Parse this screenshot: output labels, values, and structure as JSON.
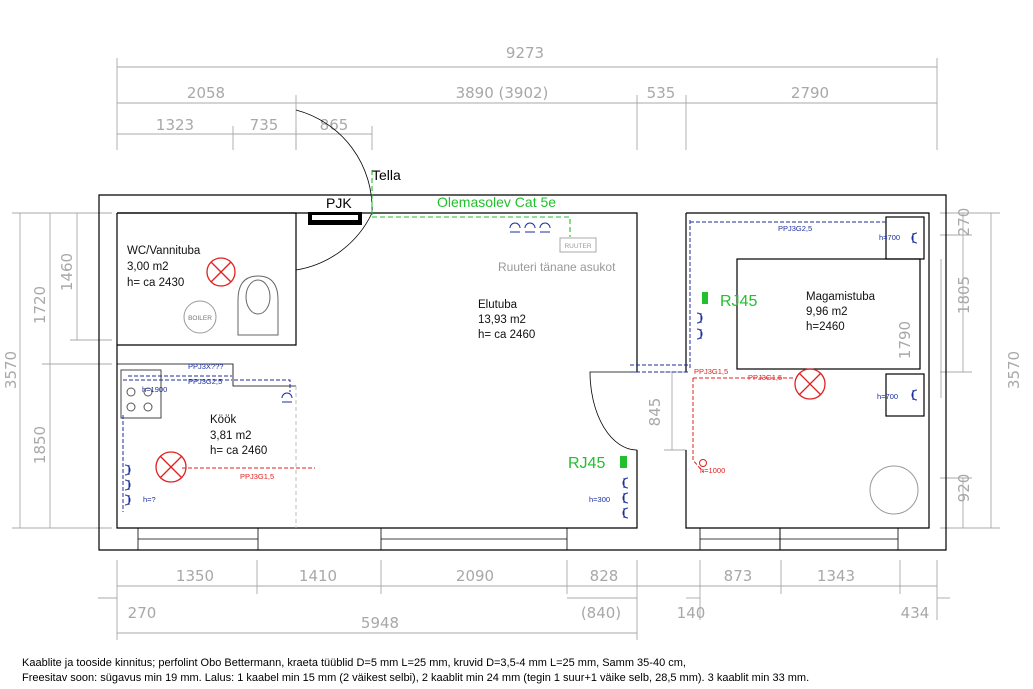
{
  "dimensions": {
    "top_total": "9273",
    "top_row2": [
      "2058",
      "3890 (3902)",
      "535",
      "2790"
    ],
    "top_row3": [
      "1323",
      "735",
      "865"
    ],
    "bottom_row1": [
      "1350",
      "1410",
      "2090",
      "828",
      "873",
      "1343"
    ],
    "bottom_row2": [
      "270",
      "(840)",
      "140",
      "434"
    ],
    "bottom_total": "5948",
    "left": [
      "3570",
      "1720",
      "1460",
      "1850"
    ],
    "right": [
      "3570",
      "270",
      "1805",
      "1790",
      "920"
    ],
    "door": "845"
  },
  "labels": {
    "tella": "Tella",
    "pjk": "PJK",
    "existing_cable": "Olemasolev Cat 5e",
    "router_box": "RUUTER",
    "router_location": "Ruuteri tänane asukot",
    "boiler": "BOILER",
    "rj45_left": "RJ45",
    "rj45_right": "RJ45"
  },
  "rooms": {
    "wc": {
      "name": "WC/Vannituba",
      "area": "3,00 m2",
      "height": "h= ca 2430"
    },
    "living": {
      "name": "Elutuba",
      "area": "13,93 m2",
      "height": "h= ca 2460"
    },
    "bedroom": {
      "name": "Magamistuba",
      "area": "9,96 m2",
      "height": "h=2460"
    },
    "kitchen": {
      "name": "Köök",
      "area": "3,81 m2",
      "height": "h= ca 2460"
    }
  },
  "cables": {
    "kitchen_1": "PPJ3X???",
    "kitchen_2": "PPJ3G2,5",
    "kitchen_red": "PPJ3G1,5",
    "bed_top": "PPJ3G2,5",
    "bed_mid": "PPJ3G1,5",
    "bed_red": "PPJ3G1,5"
  },
  "heights": {
    "kitchen_stove": "h=1900",
    "kitchen_low": "h=?",
    "living": "h=300",
    "bed_top": "h=700",
    "bed_mid": "h=700",
    "bed_switch": "h=1000"
  },
  "notes": {
    "line1": "Kaablite ja tooside kinnitus; perfolint Obo Bettermann, kraeta tüüblid D=5 mm L=25 mm, kruvid D=3,5-4 mm L=25 mm, Samm 35-40 cm,",
    "line2": "Freesitav soon: sügavus min 19 mm. Lalus: 1 kaabel min 15 mm (2 väikest selbi), 2 kaablit min 24 mm (tegin 1 suur+1 väike selb, 28,5 mm). 3 kaablit min 33 mm."
  },
  "colors": {
    "green": "#22c02e",
    "blue": "#1b2f9e",
    "red": "#e02020",
    "dim_gray": "#a8a8a8"
  }
}
